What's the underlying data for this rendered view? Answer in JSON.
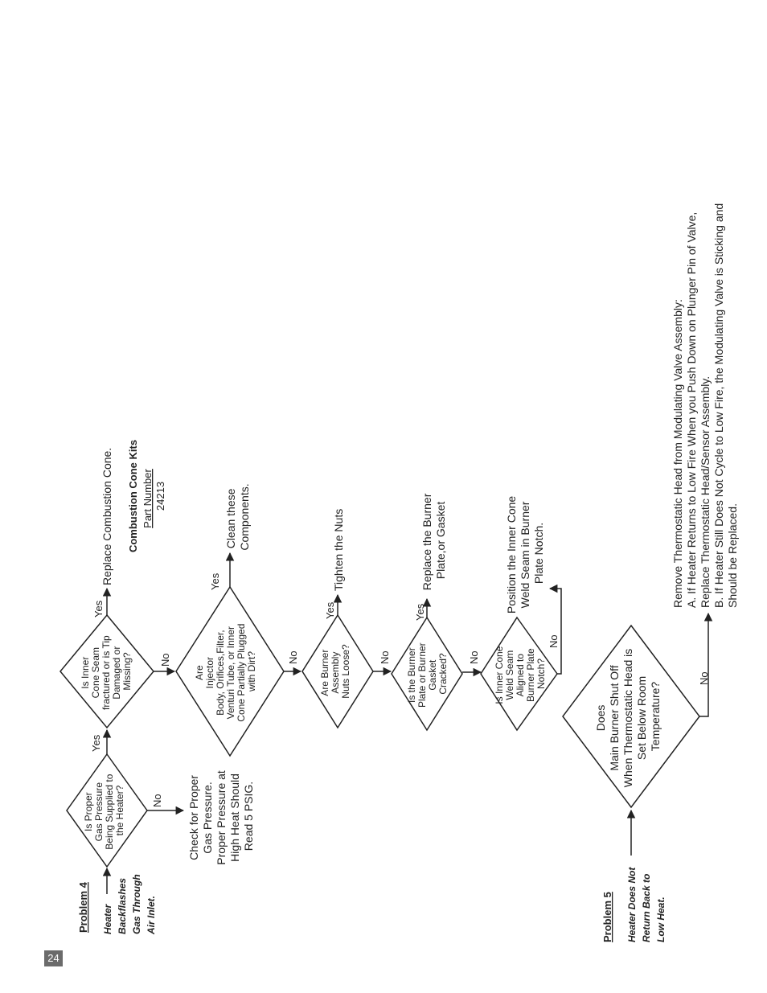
{
  "page_number": "24",
  "problem4": {
    "label": "Problem 4",
    "desc": [
      "Heater",
      "Backflashes",
      "Gas Through",
      "Air Inlet."
    ],
    "q1": [
      "Is Proper",
      "Gas Pressure",
      "Being Supplied to",
      "the Heater?"
    ],
    "q1_no_action": [
      "Check for Proper",
      "Gas Pressure.",
      "Proper Pressure at",
      "High Heat Should",
      "Read 5 PSIG."
    ],
    "q2": [
      "Is Inner",
      "Cone Seam",
      "fractured or is Tip",
      "Damaged or",
      "Missing?"
    ],
    "q2_yes_action": "Replace Combustion Cone.",
    "kit": {
      "title": "Combustion Cone Kits",
      "part_label": "Part Number",
      "part_number": "24213"
    },
    "q3": [
      "Are",
      "Injector",
      "Body, Orifices,Filter,",
      "Venturi Tube, or Inner",
      "Cone Partially Plugged",
      "with Dirt?"
    ],
    "q3_yes_action": [
      "Clean  these",
      "Components."
    ],
    "q4": [
      "Are Burner",
      "Assembly",
      "Nuts Loose?"
    ],
    "q4_yes_action": "Tighten the Nuts",
    "q5": [
      "Is  the Burner",
      "Plate or Burner",
      "Gasket",
      "Cracked?"
    ],
    "q5_yes_action": [
      "Replace the Burner",
      "Plate,or Gasket"
    ],
    "q6": [
      "Is Inner Cone",
      "Weld Seam",
      "Aligned to",
      "Burner Plate",
      "Notch?"
    ],
    "q6_no_action": [
      "Position the Inner Cone",
      "Weld Seam in Burner",
      "Plate Notch."
    ]
  },
  "problem5": {
    "label": "Problem 5",
    "desc": [
      "Heater Does Not",
      "Return Back to",
      "Low Heat."
    ],
    "q1": [
      "Does",
      "Main Burner Shut Off",
      "When Thermostatic Head is",
      "Set Below Room",
      "Temperature?"
    ],
    "action": [
      "Remove Thermostatic Head from Modulating Valve Assembly:",
      "A.  If Heater Returns to Low Fire When you Push Down on Plunger Pin of Valve,",
      "       Replace Thermostatic Head/Sensor Assembly.",
      "B.  If Heater Still Does Not Cycle to Low Fire, the Modulating Valve is Sticking and",
      "       Should be Replaced."
    ]
  },
  "labels": {
    "yes": "Yes",
    "no": "No"
  }
}
